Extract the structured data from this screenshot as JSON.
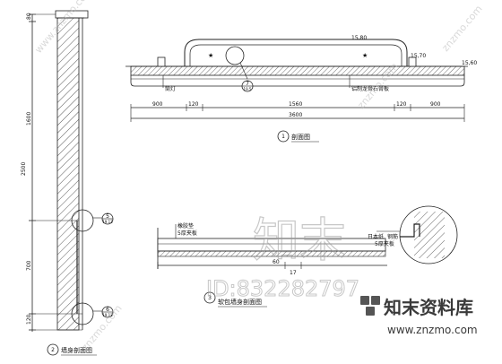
{
  "left_elevation": {
    "dims": [
      "80",
      "1600",
      "2500",
      "700",
      "120"
    ],
    "callout_upper": {
      "num": "5",
      "ref": "19.13"
    },
    "callout_lower": {
      "num": "6",
      "ref": "19.13"
    },
    "caption": {
      "num": "2",
      "text": "墙身剖面图"
    }
  },
  "top_section": {
    "dim_top_right": "15,80",
    "dim_right": "15,70",
    "dim_far_right": "15,60",
    "label_left": "筒灯",
    "label_right": "铝制龙骨石膏板",
    "callout": {
      "num": "7",
      "ref": "19.5"
    },
    "dims": [
      "900",
      "120",
      "1560",
      "120",
      "900"
    ],
    "dim_total": "3600",
    "caption": {
      "num": "1",
      "text": "剖面图"
    }
  },
  "bottom_section": {
    "label_a": "橡胶垫",
    "label_b": "5厚夹板",
    "label_c": "日本纸",
    "label_d": "钢筋",
    "label_e": "5厚夹板",
    "dims": [
      "60",
      "17"
    ],
    "caption": {
      "num": "3",
      "text": "软包墙身剖面图"
    }
  },
  "watermark": {
    "big": "知末",
    "id_text": "ID:832282797",
    "brand": "知末资料库",
    "url": "www.znzmo.com",
    "tiles": [
      "www.znzmo.com",
      "znzmo.com",
      "znzmo.com",
      "znzmo.com"
    ]
  }
}
